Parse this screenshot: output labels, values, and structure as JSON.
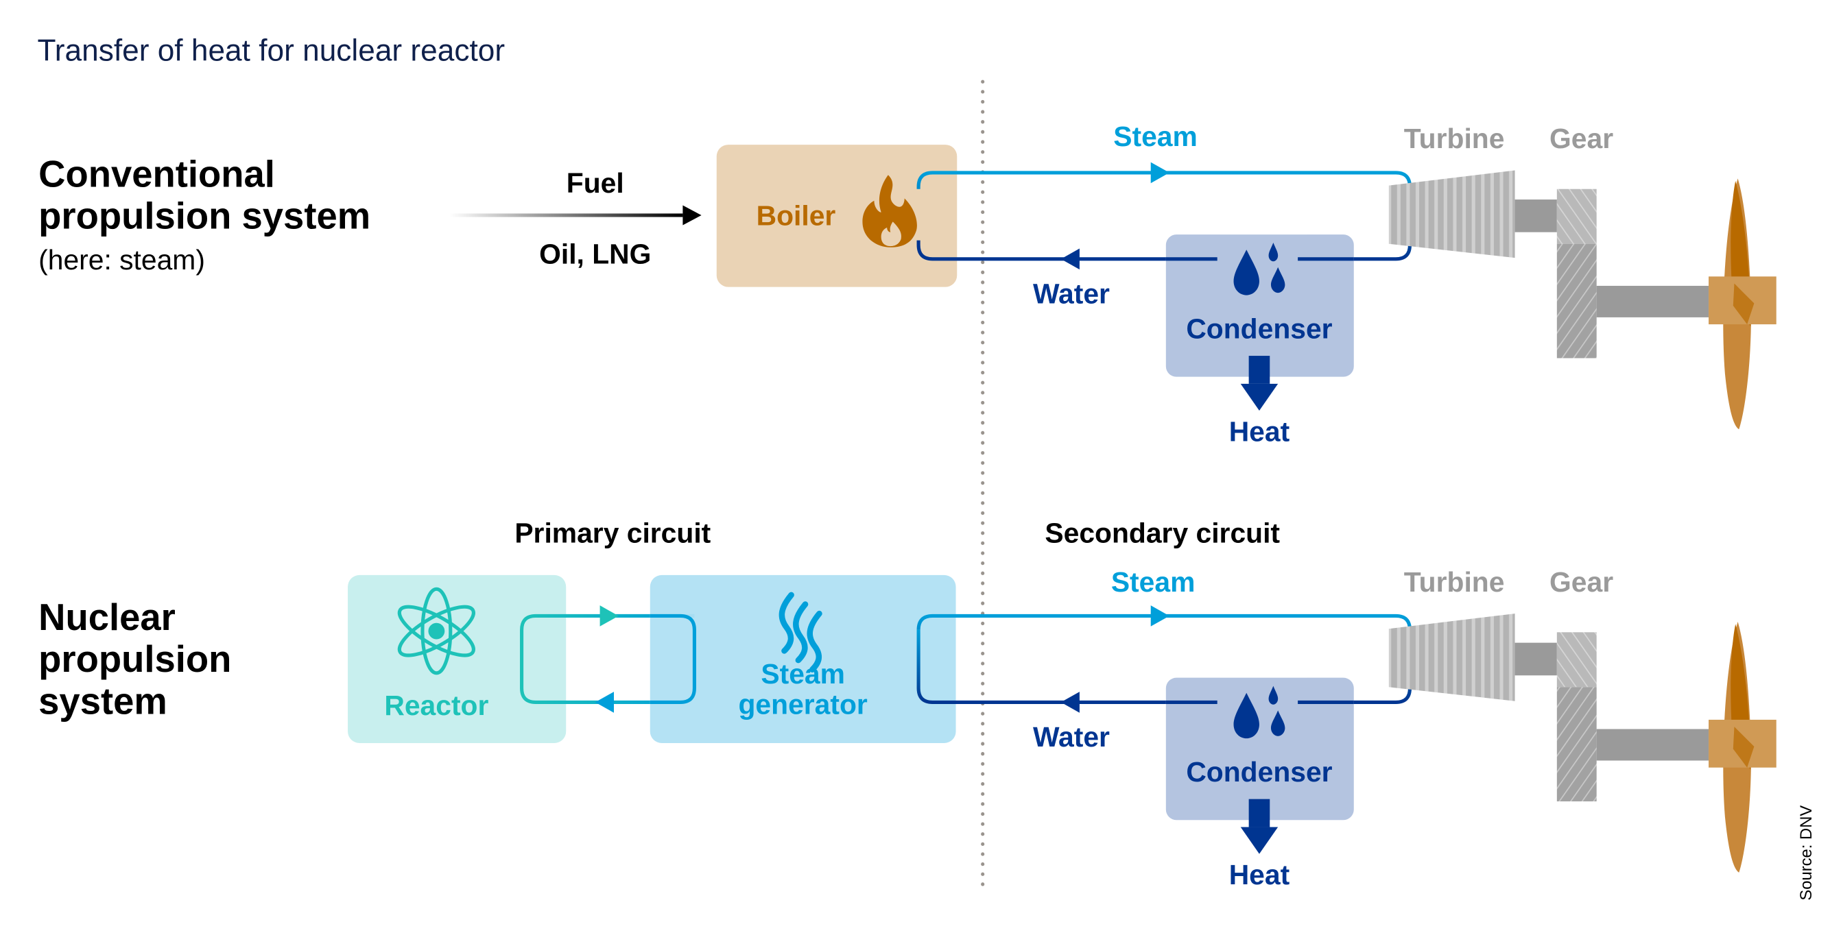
{
  "title": "Transfer of heat for nuclear reactor",
  "source": "Source: DNV",
  "colors": {
    "title": "#0f204b",
    "steam": "#009fda",
    "water": "#003591",
    "boiler_fill": "#ead3b5",
    "boiler_text": "#b86a00",
    "condenser_fill": "#b4c4e0",
    "reactor_fill": "#c8efee",
    "reactor_text": "#1ec2b8",
    "steam_gen_fill": "#b0e0f3",
    "machinery_grey": "#b0b0b0",
    "propeller": "#c8883a"
  },
  "conventional": {
    "heading_line1": "Conventional",
    "heading_line2": "propulsion system",
    "subheading": "(here: steam)",
    "fuel_label": "Fuel",
    "fuel_types": "Oil, LNG",
    "boiler_label": "Boiler",
    "steam_label": "Steam",
    "water_label": "Water",
    "condenser_label": "Condenser",
    "heat_label": "Heat",
    "turbine_label": "Turbine",
    "gear_label": "Gear"
  },
  "nuclear": {
    "heading_line1": "Nuclear",
    "heading_line2": "propulsion",
    "heading_line3": "system",
    "primary_circuit_label": "Primary circuit",
    "secondary_circuit_label": "Secondary circuit",
    "reactor_label": "Reactor",
    "steam_generator_line1": "Steam",
    "steam_generator_line2": "generator",
    "steam_label": "Steam",
    "water_label": "Water",
    "condenser_label": "Condenser",
    "heat_label": "Heat",
    "turbine_label": "Turbine",
    "gear_label": "Gear"
  }
}
